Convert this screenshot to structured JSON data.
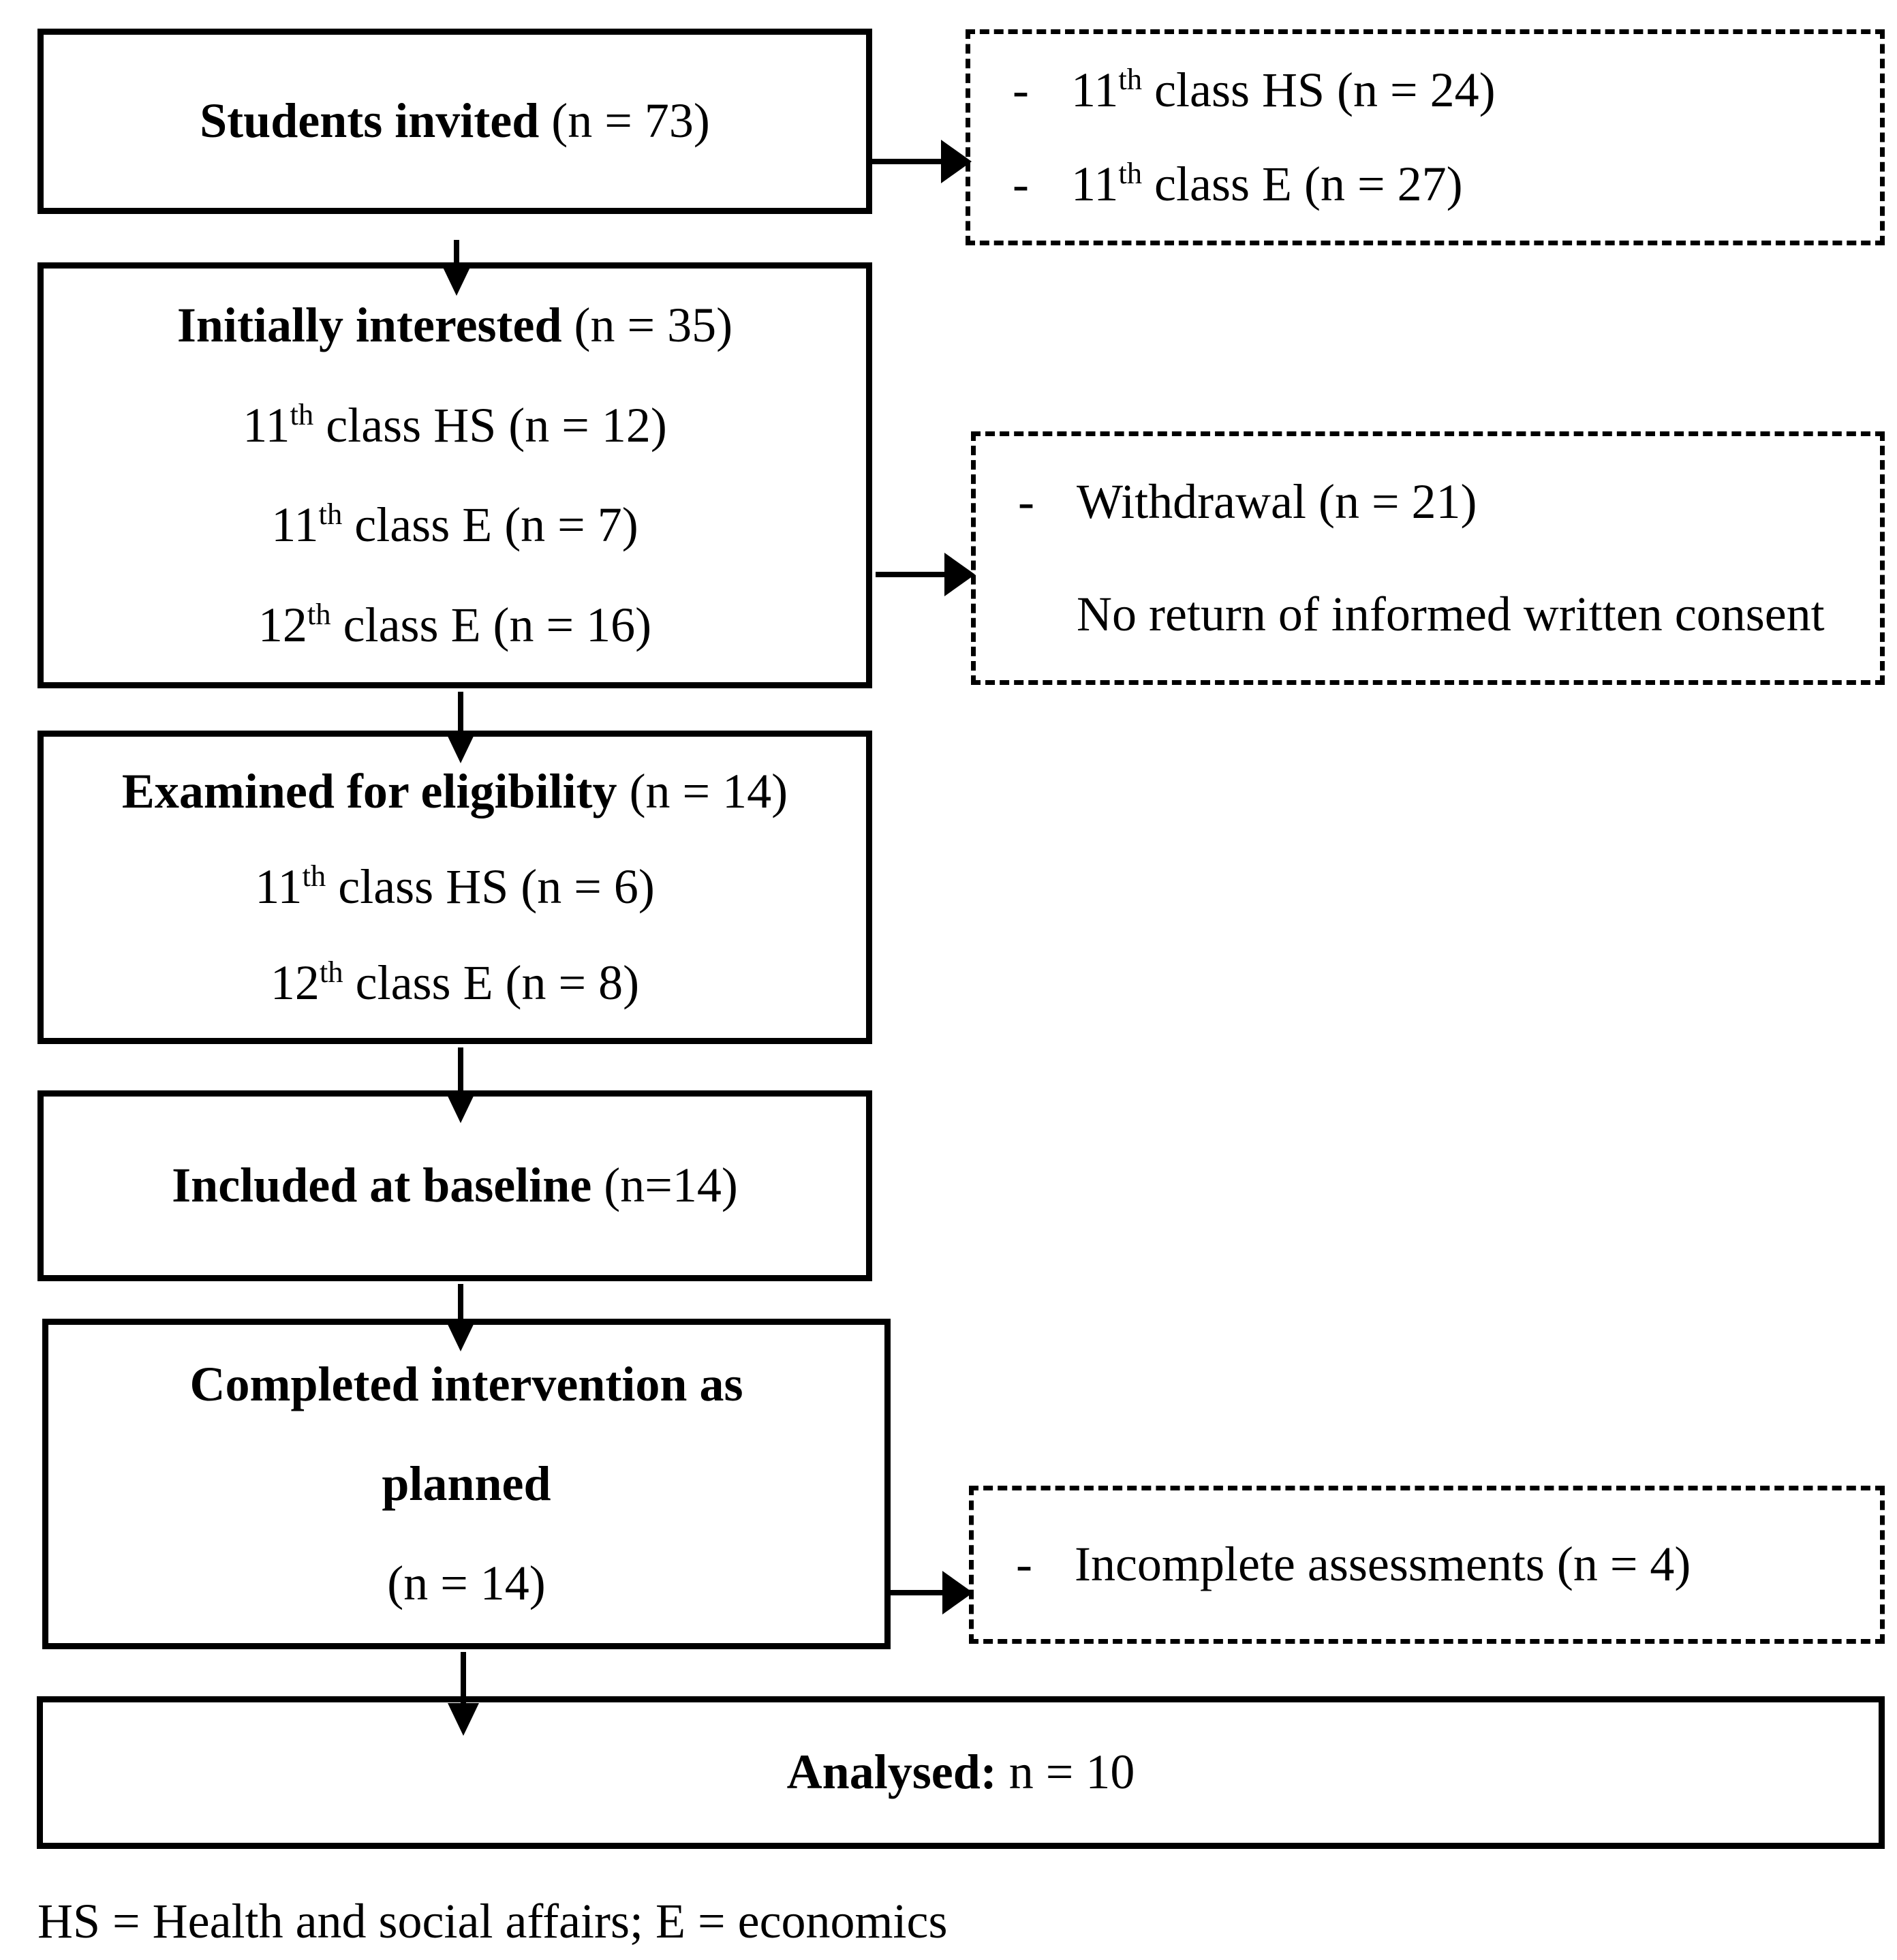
{
  "boxes": {
    "invited": {
      "bold": "Students invited",
      "rest": " (n = 73)"
    },
    "interested": {
      "bold": "Initially interested",
      "rest": " (n = 35)",
      "lines": [
        {
          "num": "11",
          "sup": "th",
          "rest": " class HS (n = 12)"
        },
        {
          "num": "11",
          "sup": "th",
          "rest": " class E (n = 7)"
        },
        {
          "num": "12",
          "sup": "th",
          "rest": " class E (n = 16)"
        }
      ]
    },
    "examined": {
      "bold": "Examined for eligibility",
      "rest": " (n = 14)",
      "lines": [
        {
          "num": "11",
          "sup": "th",
          "rest": " class HS (n = 6)"
        },
        {
          "num": "12",
          "sup": "th",
          "rest": " class E (n = 8)"
        }
      ]
    },
    "baseline": {
      "bold": "Included at baseline",
      "rest": " (n=14)"
    },
    "completed": {
      "line1": "Completed intervention as",
      "line2": "planned",
      "line3": "(n = 14)"
    },
    "analysed": {
      "bold": "Analysed:",
      "rest": " n = 10"
    }
  },
  "side_boxes": {
    "invited_detail": {
      "lines": [
        {
          "dash": "-",
          "num": "11",
          "sup": "th",
          "rest": " class HS (n = 24)"
        },
        {
          "dash": "-",
          "num": "11",
          "sup": "th",
          "rest": " class E (n = 27)"
        }
      ]
    },
    "withdrawal": {
      "line1_dash": "-",
      "line1": "Withdrawal (n = 21)",
      "line2_dash": "",
      "line2": "No return of informed written consent"
    },
    "incomplete": {
      "dash": "-",
      "line1": "Incomplete assessments (n = 4)"
    }
  },
  "footer": "HS = Health and social affairs; E = economics",
  "colors": {
    "line": "#000000",
    "background": "#ffffff"
  }
}
